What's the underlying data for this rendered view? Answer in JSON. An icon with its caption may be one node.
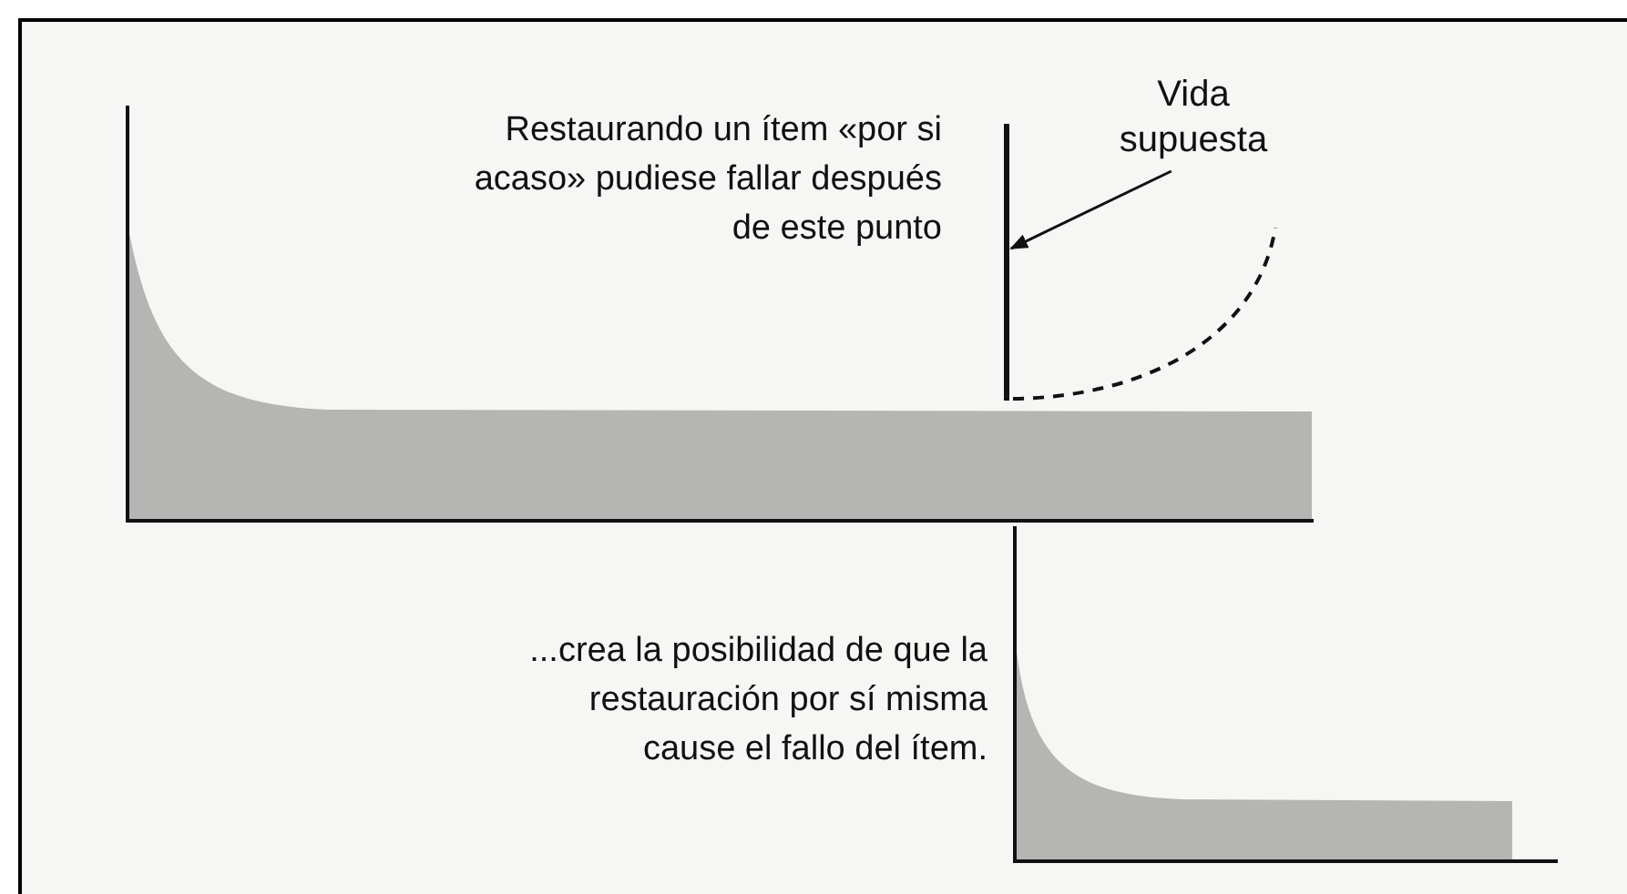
{
  "diagram": {
    "nodes": [
      {
        "text": [
          "Vida supuesta"
        ]
      },
      {
        "text": [],
        "shape": "bar"
      }
    ],
    "edges": [
      {
        "from": 0,
        "to": 1,
        "arrow": "to"
      }
    ],
    "labels": [
      "Restaurando un ítem «por si acaso» pudiese fallar después de este punto",
      "...crea la posibilidad de que la restauración por sí misma cause el fallo del ítem."
    ]
  }
}
